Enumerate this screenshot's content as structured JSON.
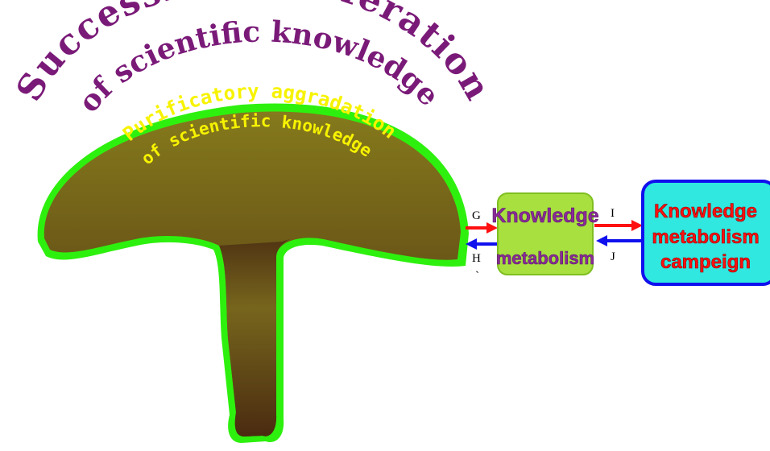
{
  "outer_arc": {
    "line1": "Successive proliferation",
    "line2": "of scientific knowledge"
  },
  "inner_arc": {
    "line1": "Purificatory aggradation",
    "line2": "of scientific knowledge"
  },
  "box_metabolism": {
    "line1": "Knowledge",
    "line2": "metabolism"
  },
  "box_campaign": {
    "line1": "Knowledge",
    "line2": "metabolism",
    "line3": "campeign"
  },
  "arrow_labels": {
    "g": "G",
    "h": "H",
    "h_mark": "`",
    "i": "I",
    "j": "J"
  },
  "colors": {
    "mushroom_edge": "#2ef00e",
    "mushroom_top": "#7a6a1a",
    "mushroom_bottom": "#4a2a12",
    "outer_text": "#7a1a78",
    "inner_text": "#f7f300",
    "arrow_red": "#ff1010",
    "arrow_blue": "#1010ee",
    "metabolism_box": "#a8e040",
    "metabolism_text": "#8a2a98",
    "campaign_box": "#30e8e0",
    "campaign_border": "#1010ee",
    "campaign_text": "#ff1010"
  }
}
